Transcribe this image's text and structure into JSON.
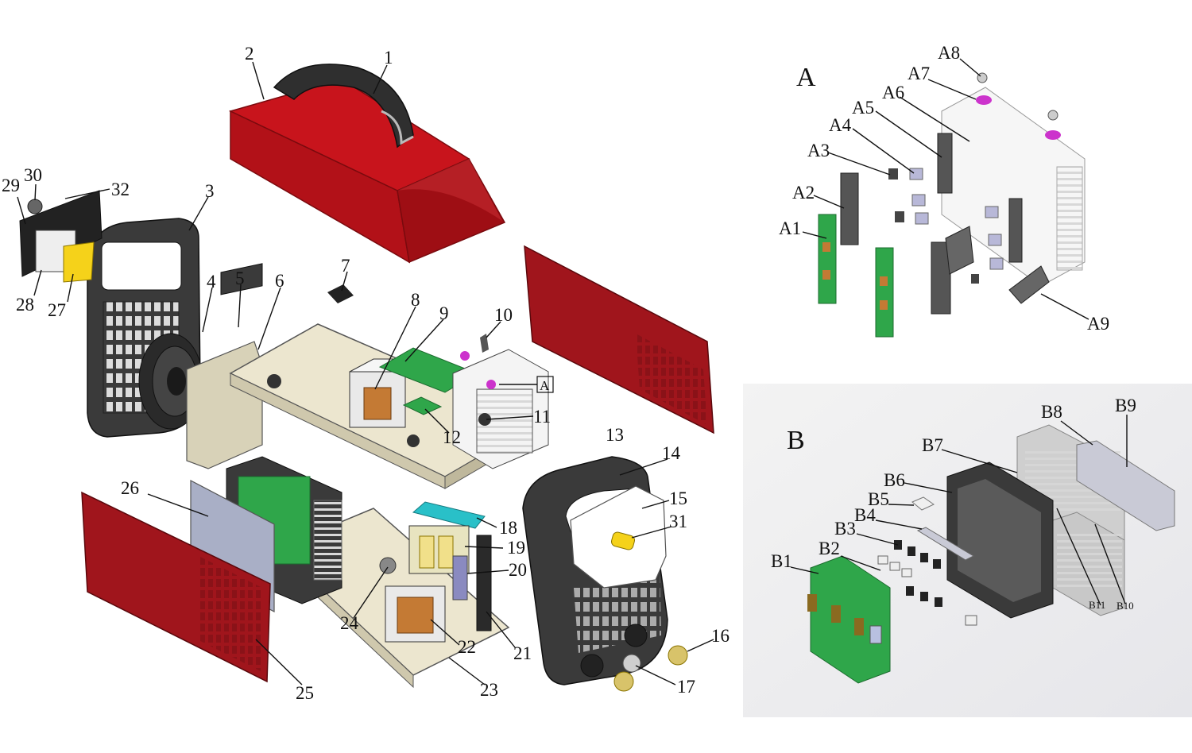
{
  "main": {
    "labels": [
      "1",
      "2",
      "3",
      "4",
      "5",
      "6",
      "7",
      "8",
      "9",
      "10",
      "11",
      "12",
      "13",
      "14",
      "15",
      "16",
      "17",
      "18",
      "19",
      "20",
      "21",
      "22",
      "23",
      "24",
      "25",
      "26",
      "27",
      "28",
      "29",
      "30",
      "31",
      "32"
    ],
    "boxed_ref": "A"
  },
  "panel_a": {
    "title": "A",
    "labels": [
      "A1",
      "A2",
      "A3",
      "A4",
      "A5",
      "A6",
      "A7",
      "A8",
      "A9"
    ]
  },
  "panel_b": {
    "title": "B",
    "labels": [
      "B1",
      "B2",
      "B3",
      "B4",
      "B5",
      "B6",
      "B7",
      "B8",
      "B9",
      "B10",
      "B11"
    ]
  },
  "colors": {
    "cover_red": "#c8141c",
    "panel_darkred": "#a0151c",
    "pcb_green": "#2fa64a",
    "frame_dark": "#3a3a3a",
    "chassis_cream": "#ece6cf",
    "accent_yellow": "#f5d21a",
    "accent_magenta": "#cc33cc",
    "accent_cyan": "#29c0c8"
  }
}
